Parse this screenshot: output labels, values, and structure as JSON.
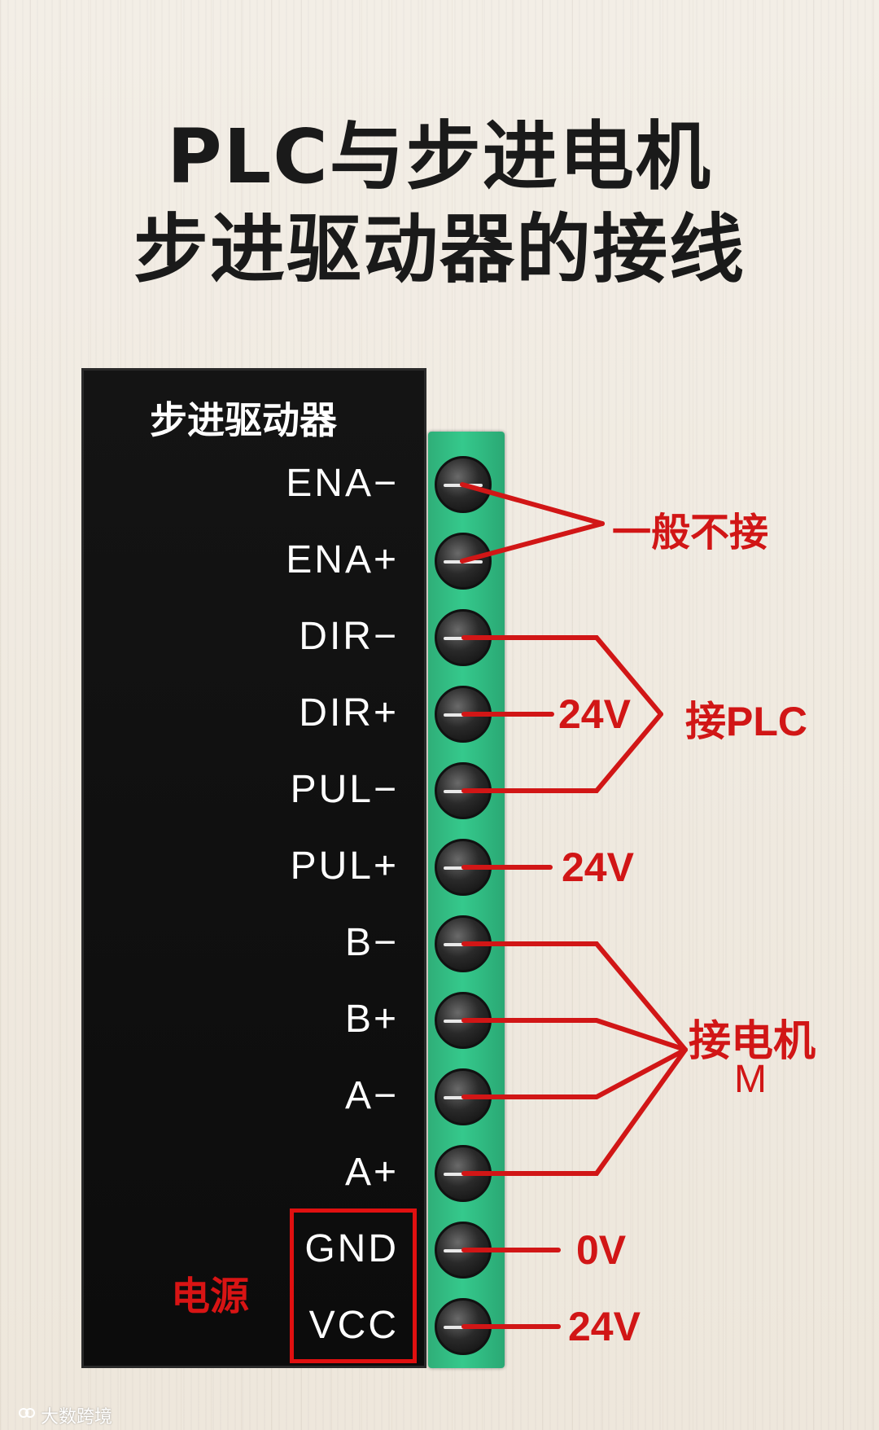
{
  "title": {
    "line1": "PLC与步进电机",
    "line2": "步进驱动器的接线"
  },
  "driver": {
    "label": "步进驱动器",
    "pins": [
      "ENA−",
      "ENA+",
      "DIR−",
      "DIR+",
      "PUL−",
      "PUL+",
      "B−",
      "B+",
      "A−",
      "A+",
      "GND",
      "VCC"
    ],
    "power_label": "电源"
  },
  "annotations": {
    "ena_note": "一般不接",
    "plc_note": "接PLC",
    "dir_voltage": "24V",
    "pul_voltage": "24V",
    "motor_note_line1": "接电机",
    "motor_note_line2": "M",
    "gnd_voltage": "0V",
    "vcc_voltage": "24V"
  },
  "watermark": "大数跨境",
  "colors": {
    "wire": "#d11616",
    "terminal_strip": "#35c98c",
    "panel": "#111111",
    "background": "#f1ece3"
  }
}
